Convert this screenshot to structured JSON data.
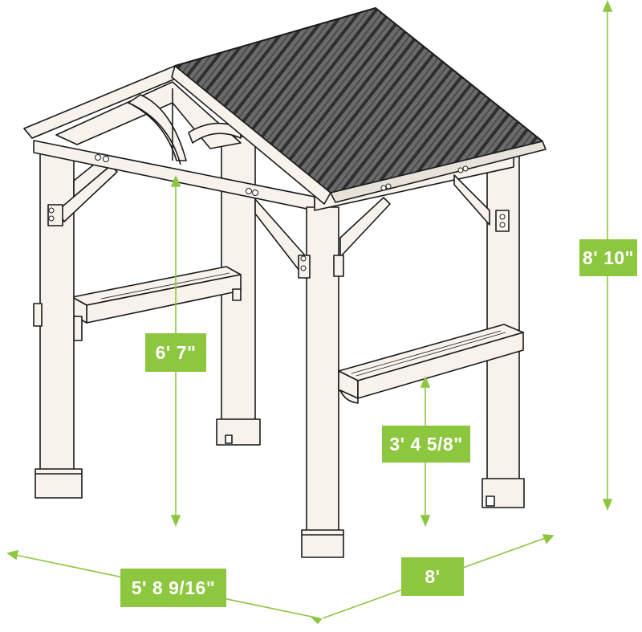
{
  "diagram": {
    "accent_color": "#8dc63f",
    "line_color": "#1a1a1a",
    "roof_fill": "#5b5b5b",
    "roof_stripe": "#2f2f2f",
    "wood_fill": "#f7f3ec",
    "icon": "gazebo-outline"
  },
  "dimensions": {
    "overall_height": "8' 10\"",
    "clearance_height": "6' 7\"",
    "bar_height": "3' 4 5/8\"",
    "width": "5' 8 9/16\"",
    "depth": "8'"
  }
}
